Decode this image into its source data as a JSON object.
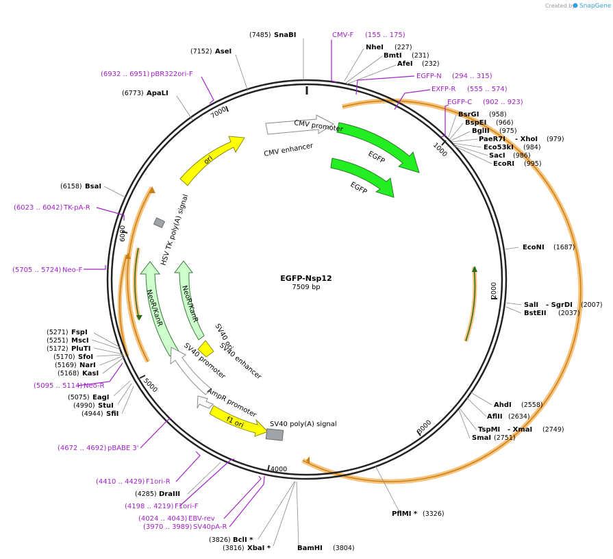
{
  "watermark": {
    "created_by": "Created by",
    "brand": "SnapGene"
  },
  "plasmid": {
    "name": "EGFP-Nsp12",
    "size": "7509 bp"
  },
  "ticks": [
    "1000",
    "2000",
    "3000",
    "4000",
    "5000",
    "6000",
    "7000"
  ],
  "sites": [
    {
      "name": "SnaBI",
      "pos": "(7485)"
    },
    {
      "name": "AseI",
      "pos": "(7152)"
    },
    {
      "name": "ApaLI",
      "pos": "(6773)"
    },
    {
      "name": "NheI",
      "pos": "(227)"
    },
    {
      "name": "BmtI",
      "pos": "(231)"
    },
    {
      "name": "AfeI",
      "pos": "(232)"
    },
    {
      "name": "BsrGI",
      "pos": "(958)"
    },
    {
      "name": "BspEI",
      "pos": "(966)"
    },
    {
      "name": "BglII",
      "pos": "(975)"
    },
    {
      "name": "PaeR7I",
      "pos": ""
    },
    {
      "name": "- XhoI",
      "pos": "(979)"
    },
    {
      "name": "Eco53kI",
      "pos": "(984)"
    },
    {
      "name": "SacI",
      "pos": "(986)"
    },
    {
      "name": "EcoRI",
      "pos": "(995)"
    },
    {
      "name": "EcoNI",
      "pos": "(1687)"
    },
    {
      "name": "SalI",
      "pos": ""
    },
    {
      "name": "- SgrDI",
      "pos": "(2007)"
    },
    {
      "name": "BstEII",
      "pos": "(2037)"
    },
    {
      "name": "AhdI",
      "pos": "(2558)"
    },
    {
      "name": "AflII",
      "pos": "(2634)"
    },
    {
      "name": "TspMI",
      "pos": ""
    },
    {
      "name": "- XmaI",
      "pos": "(2749)"
    },
    {
      "name": "SmaI",
      "pos": "(2751)"
    },
    {
      "name": "PflMI *",
      "pos": "(3326)"
    },
    {
      "name": "BamHI",
      "pos": "(3804)"
    },
    {
      "name": "BclI *",
      "pos": "(3826)"
    },
    {
      "name": "XbaI *",
      "pos": "(3816)"
    },
    {
      "name": "DraIII",
      "pos": "(4285)"
    },
    {
      "name": "SfiI",
      "pos": "(4944)"
    },
    {
      "name": "StuI",
      "pos": "(4990)"
    },
    {
      "name": "EagI",
      "pos": "(5075)"
    },
    {
      "name": "KasI",
      "pos": "(5168)"
    },
    {
      "name": "NarI",
      "pos": "(5169)"
    },
    {
      "name": "SfoI",
      "pos": "(5170)"
    },
    {
      "name": "PluTI",
      "pos": "(5172)"
    },
    {
      "name": "MscI",
      "pos": "(5251)"
    },
    {
      "name": "FspI",
      "pos": "(5271)"
    },
    {
      "name": "BsaI",
      "pos": "(6158)"
    }
  ],
  "primers": [
    {
      "name": "CMV-F",
      "range": "(155 .. 175)"
    },
    {
      "name": "EGFP-N",
      "range": "(294 .. 315)"
    },
    {
      "name": "EXFP-R",
      "range": "(555 .. 574)"
    },
    {
      "name": "EGFP-C",
      "range": "(902 .. 923)"
    },
    {
      "name": "pBR322ori-F",
      "range": "(6932 .. 6951)"
    },
    {
      "name": "TK-pA-R",
      "range": "(6023 .. 6042)"
    },
    {
      "name": "Neo-F",
      "range": "(5705 .. 5724)"
    },
    {
      "name": "Neo-R",
      "range": "(5095 .. 5114)"
    },
    {
      "name": "pBABE 3'",
      "range": "(4672 .. 4692)"
    },
    {
      "name": "F1ori-R",
      "range": "(4410 .. 4429)"
    },
    {
      "name": "F1ori-F",
      "range": "(4198 .. 4219)"
    },
    {
      "name": "EBV-rev",
      "range": "(4024 .. 4043)"
    },
    {
      "name": "SV40pA-R",
      "range": "(3970 .. 3989)"
    }
  ],
  "features": {
    "cmv_promoter": "CMV promoter",
    "cmv_enhancer": "CMV enhancer",
    "egfp_1": "EGFP",
    "egfp_2": "EGFP",
    "ori": "ori",
    "hsv_tk": "HSV TK poly(A) signal",
    "neo_outer": "NeoR/KanR",
    "neo_inner": "NeoR/KanR",
    "sv40_ori": "SV40 ori",
    "sv40_enhancer": "SV40 enhancer",
    "sv40_promoter": "SV40 promoter",
    "ampr_promoter": "AmpR promoter",
    "f1_ori": "f1 ori",
    "sv40_polya": "SV40 poly(A) signal"
  },
  "colors": {
    "backbone": "#222222",
    "primer": "#a020c8",
    "orf_highlight": "#f7c27a",
    "orf_line": "#c8801a",
    "egfp": "#22ee22",
    "ori": "#ffff00",
    "neo": "#ccffcc",
    "grey_box": "#a0a4a8"
  }
}
